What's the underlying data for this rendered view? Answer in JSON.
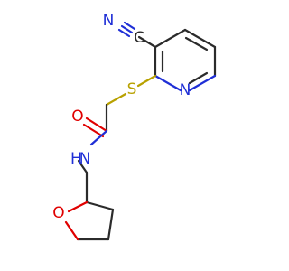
{
  "molecule": {
    "colors": {
      "carbon_bond": "#2b2b2b",
      "nitrogen": "#1f2fd6",
      "oxygen": "#e00000",
      "sulfur": "#b8a100"
    },
    "labels": {
      "nitrile_n": "N",
      "nitrile_c": "C",
      "sulfur": "S",
      "pyridine_n": "N",
      "carbonyl_o": "O",
      "amide_n": "N",
      "amide_h": "H",
      "ring_o": "O"
    }
  }
}
